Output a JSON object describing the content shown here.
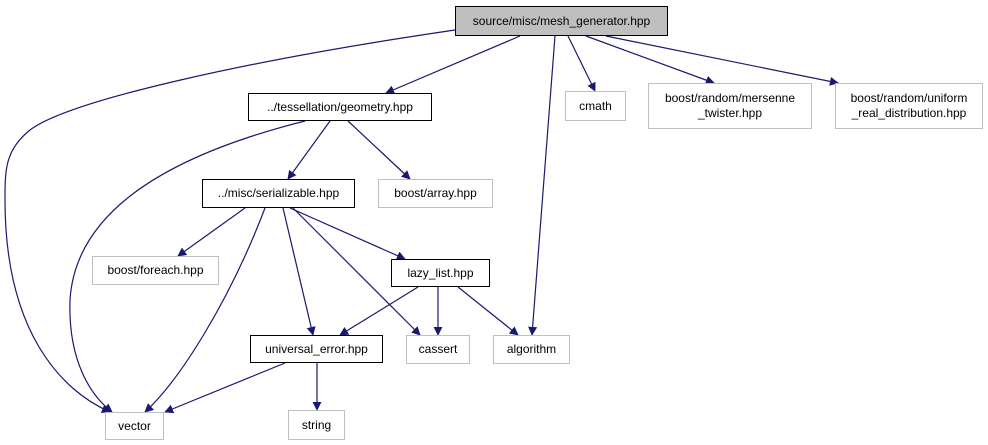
{
  "colors": {
    "edge": "#191970",
    "root_fill": "#bfbfbf",
    "linked_border": "#000000",
    "external_border": "#bfbfbf"
  },
  "nodes": {
    "mesh_generator": "source/misc/mesh_generator.hpp",
    "geometry": "../tessellation/geometry.hpp",
    "cmath": "cmath",
    "mersenne": "boost/random/mersenne\n_twister.hpp",
    "uniform": "boost/random/uniform\n_real_distribution.hpp",
    "serializable": "../misc/serializable.hpp",
    "boost_array": "boost/array.hpp",
    "boost_foreach": "boost/foreach.hpp",
    "lazy_list": "lazy_list.hpp",
    "universal_error": "universal_error.hpp",
    "cassert": "cassert",
    "algorithm": "algorithm",
    "vector": "vector",
    "string": "string"
  }
}
